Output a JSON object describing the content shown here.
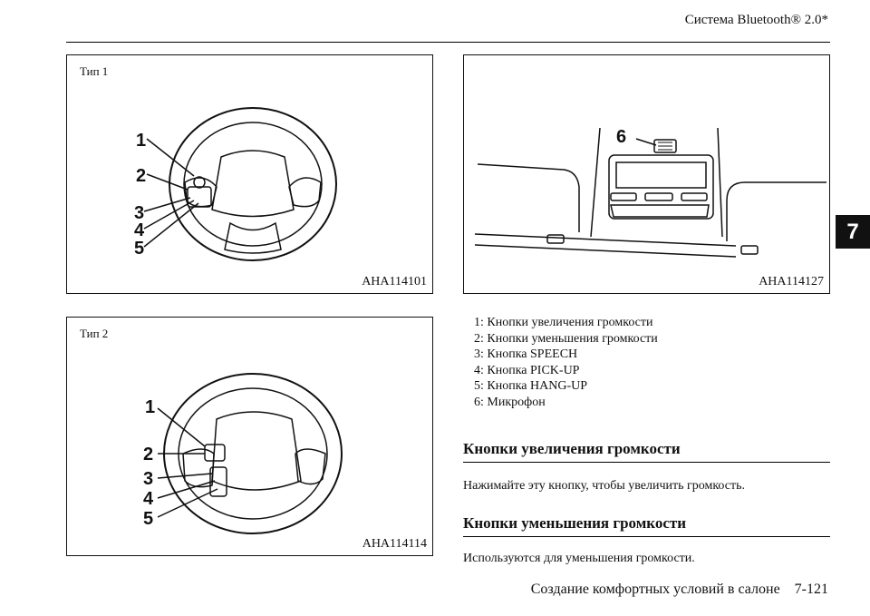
{
  "header": {
    "title": "Система Bluetooth® 2.0*"
  },
  "chapter_tab": "7",
  "figures": [
    {
      "label": "Тип 1",
      "code": "AHA114101",
      "callouts": [
        "1",
        "2",
        "3",
        "4",
        "5"
      ]
    },
    {
      "label": "",
      "code": "AHA114127",
      "callouts": [
        "6"
      ]
    },
    {
      "label": "Тип 2",
      "code": "AHA114114",
      "callouts": [
        "1",
        "2",
        "3",
        "4",
        "5"
      ]
    }
  ],
  "legend": [
    "1:  Кнопки увеличения громкости",
    "2:  Кнопки уменьшения громкости",
    "3:  Кнопка SPEECH",
    "4:  Кнопка PICK-UP",
    "5:  Кнопка HANG-UP",
    "6:  Микрофон"
  ],
  "sections": [
    {
      "title": "Кнопки увеличения громкости",
      "text": "Нажимайте эту кнопку, чтобы увеличить громкость."
    },
    {
      "title": "Кнопки уменьшения громкости",
      "text": "Используются для уменьшения громкости."
    }
  ],
  "footer": {
    "text": "Создание комфортных условий в салоне    7-121"
  }
}
